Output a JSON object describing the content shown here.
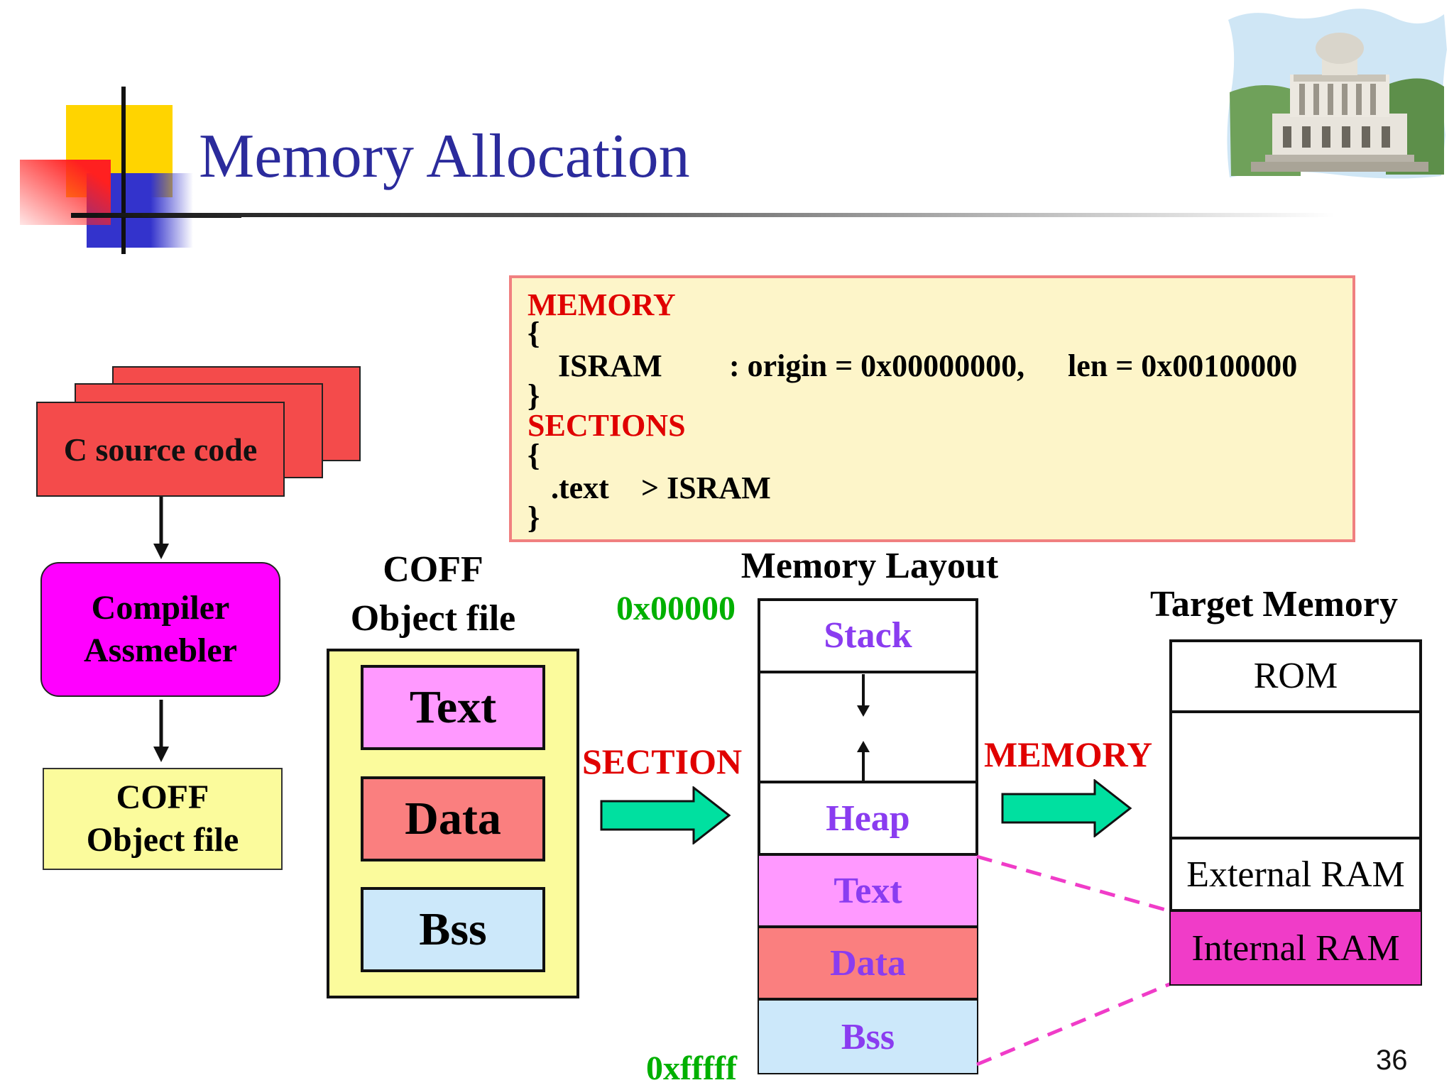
{
  "title": "Memory Allocation",
  "page_number": "36",
  "code": {
    "memory_kw": "MEMORY",
    "open1": "{",
    "isram_name": "ISRAM",
    "isram_origin": ": origin = 0x00000000,",
    "isram_len": "len = 0x00100000",
    "close1": "}",
    "sections_kw": "SECTIONS",
    "open2": "{",
    "text_name": ".text",
    "text_target": "> ISRAM",
    "close2": "}"
  },
  "flow": {
    "source": "C source code",
    "compiler_line1": "Compiler",
    "compiler_line2": "Assmebler",
    "object_line1": "COFF",
    "object_line2": "Object file"
  },
  "coff": {
    "heading_line1": "COFF",
    "heading_line2": "Object file",
    "sections": [
      "Text",
      "Data",
      "Bss"
    ],
    "colors": [
      "#ff99ff",
      "#fa7f7f",
      "#cce8fa"
    ]
  },
  "section_arrow_label": "SECTION",
  "memory_arrow_label": "MEMORY",
  "memory_layout": {
    "heading": "Memory Layout",
    "start_addr": "0x00000",
    "end_addr": "0xfffff",
    "rows": [
      "Stack",
      "",
      "Heap",
      "Text",
      "Data",
      "Bss"
    ]
  },
  "target_memory": {
    "heading": "Target Memory",
    "rows": [
      "ROM",
      "",
      "External RAM",
      "Internal RAM"
    ],
    "internal_ram_color": "#f03cc8"
  },
  "colors": {
    "title": "#2b2b9c",
    "keyword": "#e00000",
    "address": "#00b000",
    "layout_label": "#8a3cf0",
    "arrow_fill": "#00e0a0",
    "dashed_link": "#f03cc8"
  }
}
